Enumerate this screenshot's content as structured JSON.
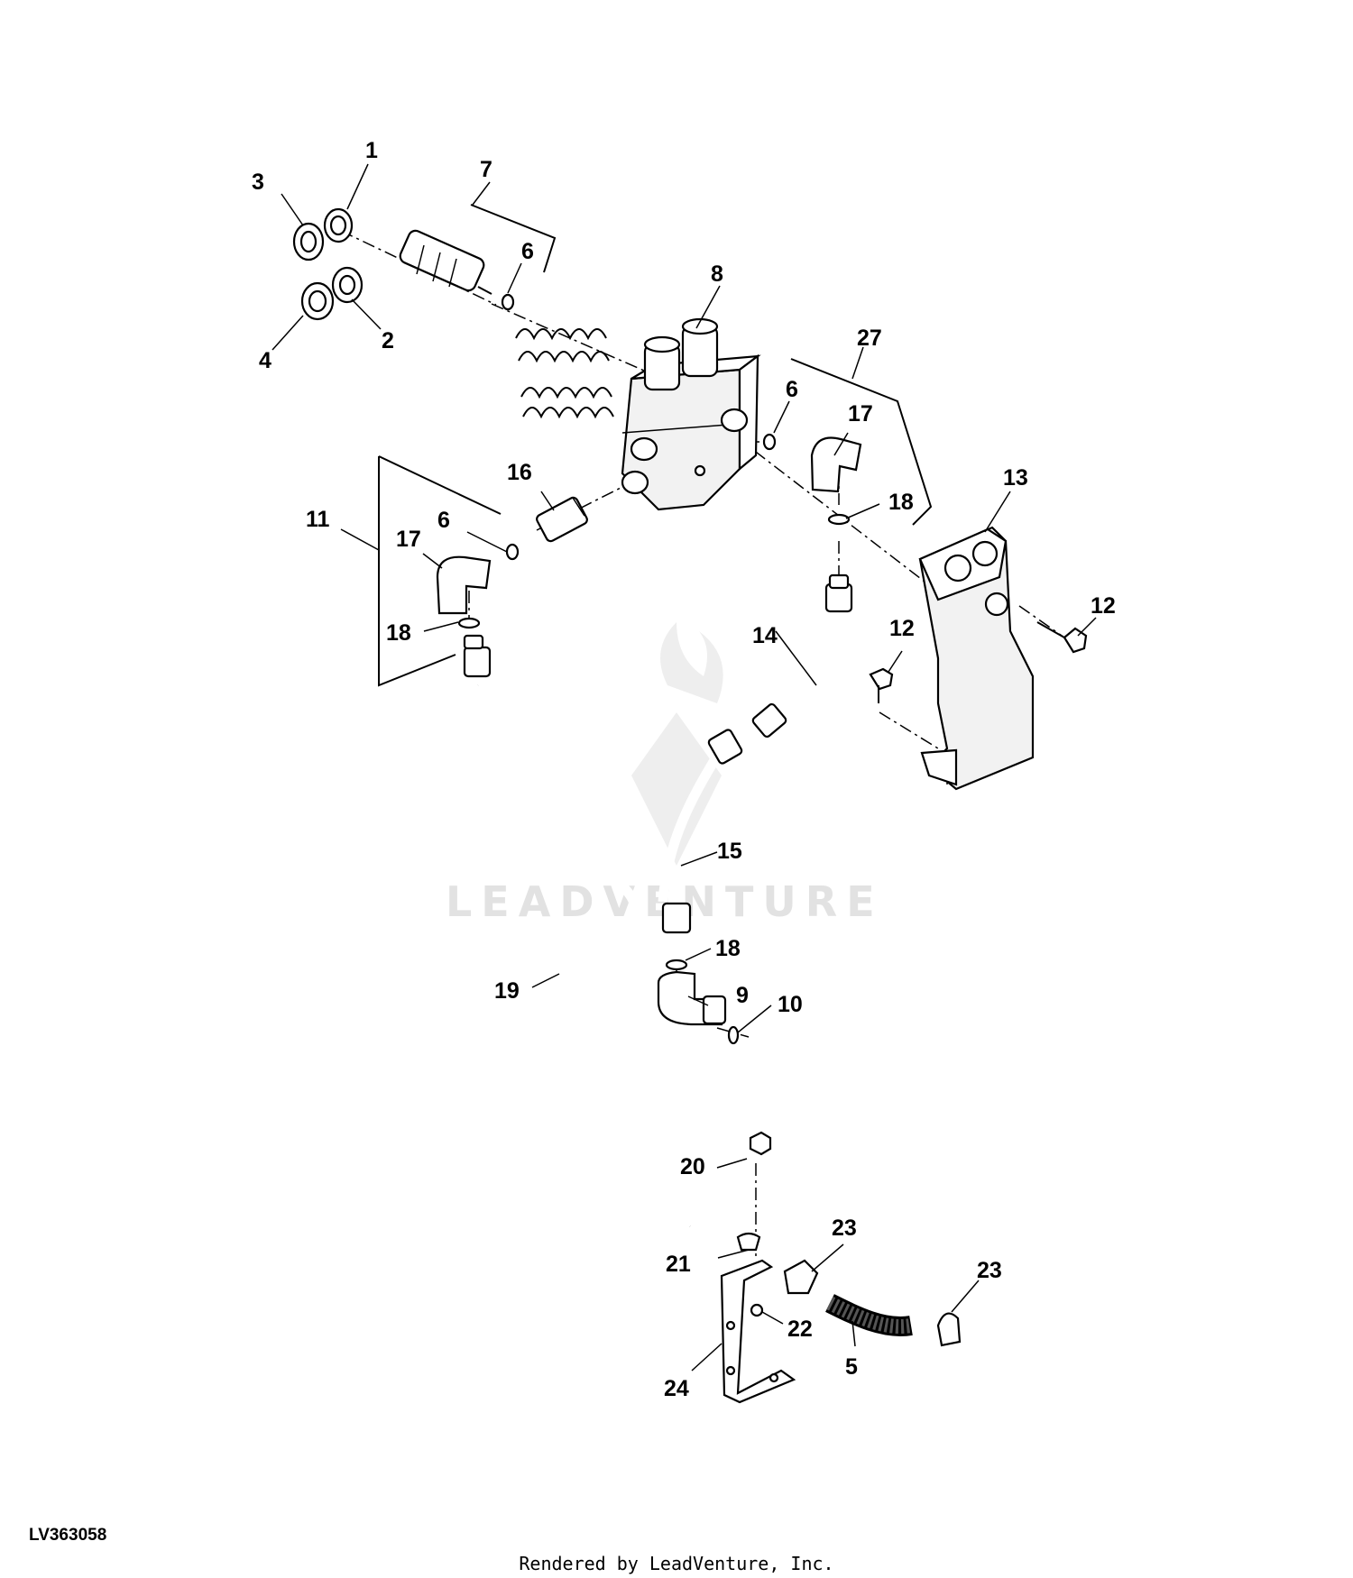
{
  "diagram_id": "LV363058",
  "footer": "Rendered by LeadVenture, Inc.",
  "watermark": "LEADVENTURE",
  "callouts": [
    "1",
    "2",
    "3",
    "4",
    "5",
    "6",
    "6",
    "6",
    "7",
    "8",
    "9",
    "10",
    "11",
    "12",
    "12",
    "13",
    "14",
    "15",
    "16",
    "17",
    "17",
    "18",
    "18",
    "18",
    "19",
    "20",
    "21",
    "22",
    "23",
    "23",
    "24",
    "27"
  ]
}
